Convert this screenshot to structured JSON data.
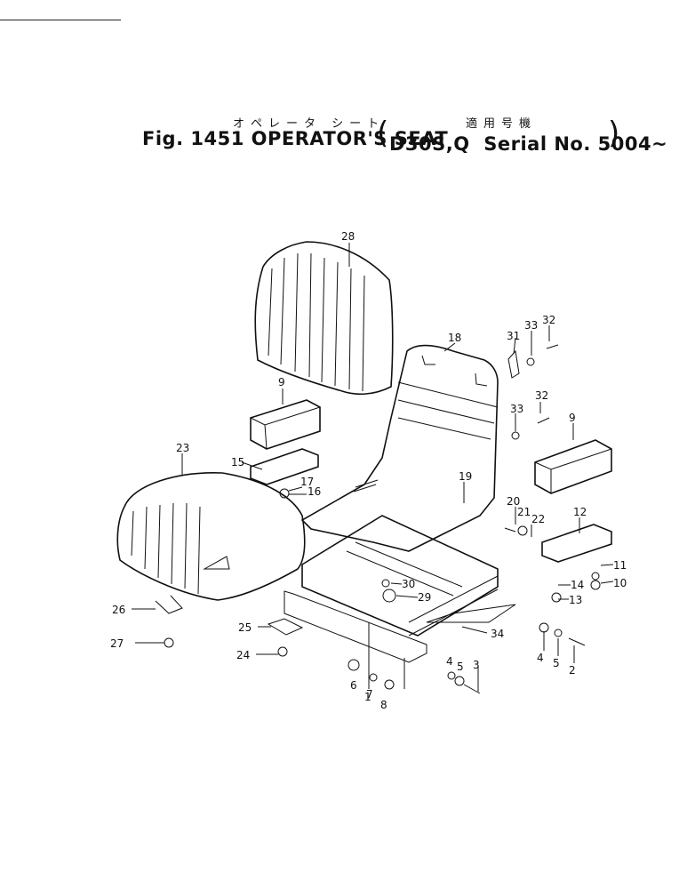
{
  "header": {
    "japanese_caption": "オペレータ シート",
    "japanese_serial": "適用号機",
    "fig_label": "Fig.",
    "fig_number": "1451",
    "title": "OPERATOR'S SEAT",
    "model": "D30S,Q",
    "serial_label": "Serial No.",
    "serial_range": "5004~"
  },
  "callouts": [
    "1",
    "2",
    "3",
    "4",
    "5",
    "6",
    "7",
    "8",
    "9",
    "10",
    "11",
    "12",
    "13",
    "14",
    "15",
    "16",
    "17",
    "18",
    "19",
    "20",
    "21",
    "22",
    "23",
    "24",
    "25",
    "26",
    "27",
    "28",
    "29",
    "30",
    "31",
    "32",
    "33",
    "34"
  ]
}
